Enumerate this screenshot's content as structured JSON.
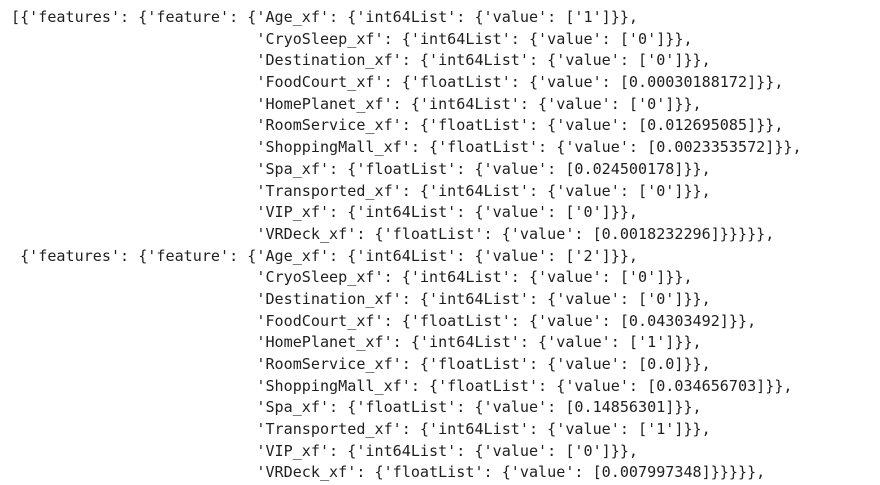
{
  "output_lines": [
    "[{'features': {'feature': {'Age_xf': {'int64List': {'value': ['1']}},",
    "                           'CryoSleep_xf': {'int64List': {'value': ['0']}},",
    "                           'Destination_xf': {'int64List': {'value': ['0']}},",
    "                           'FoodCourt_xf': {'floatList': {'value': [0.00030188172]}},",
    "                           'HomePlanet_xf': {'int64List': {'value': ['0']}},",
    "                           'RoomService_xf': {'floatList': {'value': [0.012695085]}},",
    "                           'ShoppingMall_xf': {'floatList': {'value': [0.0023353572]}},",
    "                           'Spa_xf': {'floatList': {'value': [0.024500178]}},",
    "                           'Transported_xf': {'int64List': {'value': ['0']}},",
    "                           'VIP_xf': {'int64List': {'value': ['0']}},",
    "                           'VRDeck_xf': {'floatList': {'value': [0.0018232296]}}}}},",
    " {'features': {'feature': {'Age_xf': {'int64List': {'value': ['2']}},",
    "                           'CryoSleep_xf': {'int64List': {'value': ['0']}},",
    "                           'Destination_xf': {'int64List': {'value': ['0']}},",
    "                           'FoodCourt_xf': {'floatList': {'value': [0.04303492]}},",
    "                           'HomePlanet_xf': {'int64List': {'value': ['1']}},",
    "                           'RoomService_xf': {'floatList': {'value': [0.0]}},",
    "                           'ShoppingMall_xf': {'floatList': {'value': [0.034656703]}},",
    "                           'Spa_xf': {'floatList': {'value': [0.14856301]}},",
    "                           'Transported_xf': {'int64List': {'value': ['1']}},",
    "                           'VIP_xf': {'int64List': {'value': ['0']}},",
    "                           'VRDeck_xf': {'floatList': {'value': [0.007997348]}}}}},"
  ]
}
